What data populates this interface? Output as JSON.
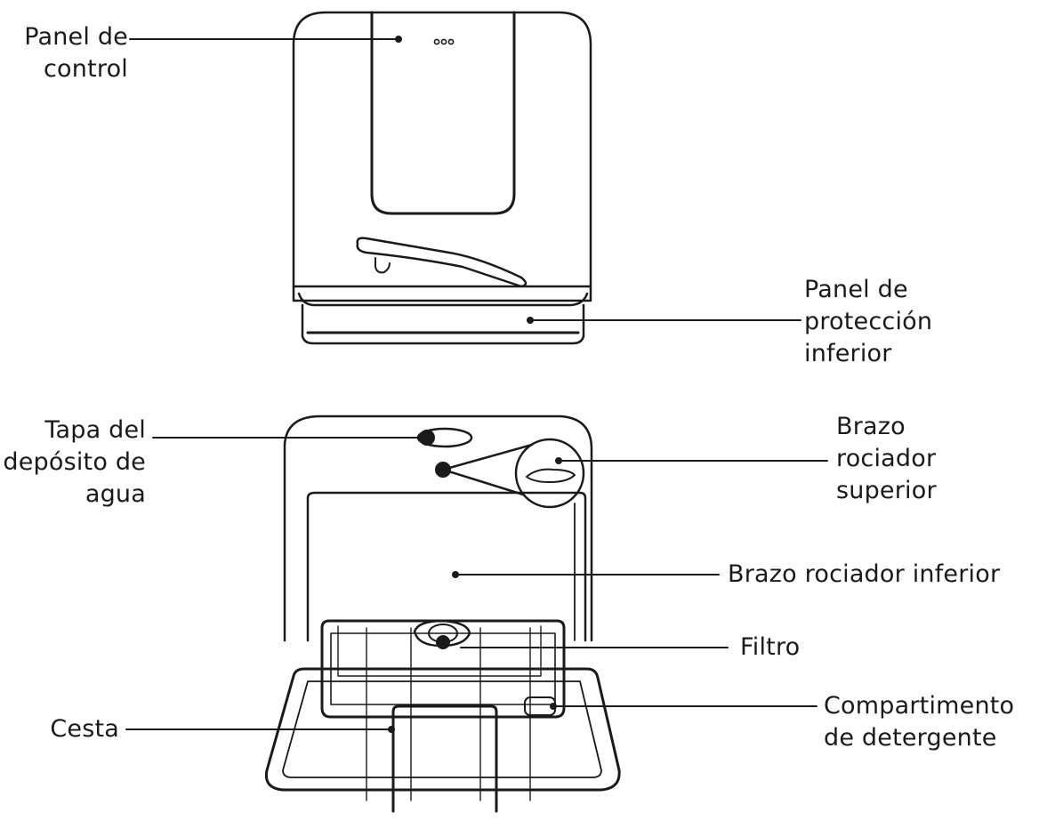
{
  "labels": {
    "panel_control": "Panel de\ncontrol",
    "panel_proteccion": "Panel de\nprotección\ninferior",
    "tapa_deposito": "Tapa del\ndepósito de\nagua",
    "brazo_superior": "Brazo\nrociador\nsuperior",
    "brazo_inferior": "Brazo rociador inferior",
    "filtro": "Filtro",
    "compartimento": "Compartimento\nde detergente",
    "cesta": "Cesta"
  },
  "colors": {
    "line": "#1a1a1a",
    "background": "#ffffff"
  }
}
